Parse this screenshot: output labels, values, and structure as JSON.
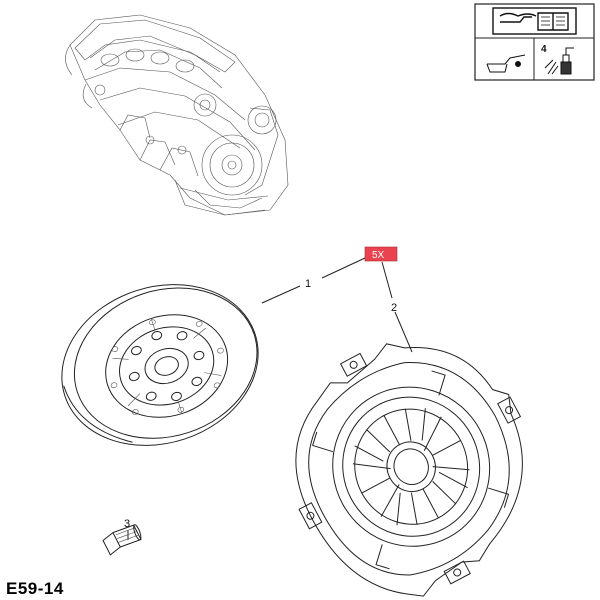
{
  "figure_code": "E59-14",
  "qty_badge": {
    "text": "5X",
    "color": "#e8434f"
  },
  "callouts": {
    "part_1": "1",
    "part_2": "2",
    "part_3": "3"
  },
  "info_panel": {
    "quantity": "4"
  },
  "parts": [
    {
      "number": "1",
      "description": "flywheel"
    },
    {
      "number": "2",
      "description": "clutch-pressure-plate"
    },
    {
      "number": "3",
      "description": "bolt"
    }
  ],
  "icons": [
    "service-manual-icon",
    "oil-can-icon",
    "spray-bottle-icon"
  ]
}
